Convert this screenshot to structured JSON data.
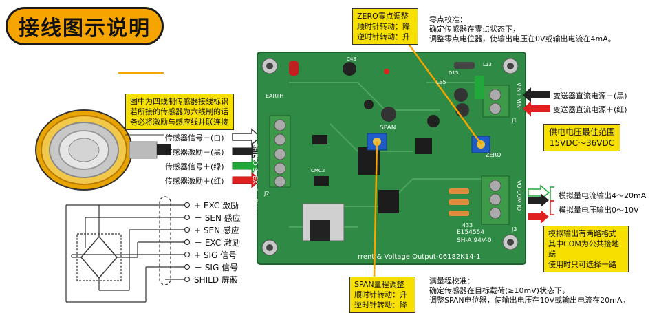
{
  "title": "接线图示说明",
  "sensor_note": [
    "图中为四线制传感器接线标识",
    "若所接的传感器为六线制的话",
    "务必将激励与感应线并联连接"
  ],
  "sensor_wires": [
    {
      "label": "传感器信号－(白)",
      "color": "#ffffff"
    },
    {
      "label": "传感器激励－(黑)",
      "color": "#222222"
    },
    {
      "label": "传感器信号＋(绿)",
      "color": "#22a83a"
    },
    {
      "label": "传感器激励＋(红)",
      "color": "#e02020"
    }
  ],
  "six_wire_labels": [
    "+ EXC 激励",
    "－ SEN 感应",
    "+ SEN 感应",
    "－ EXC 激励",
    "+ SIG 信号",
    "－ SIG 信号",
    "SHILD 屏蔽"
  ],
  "zero_box": [
    "ZERO零点调整",
    "顺时针转动：降",
    "逆时针转动：升"
  ],
  "zero_note": [
    "零点校准：",
    "确定传感器在零点状态下，",
    "调整零点电位器，使输出电压在0V或输出电流在4mA。"
  ],
  "span_box": [
    "SPAN量程调整",
    "顺时针转动：升",
    "逆时针转动：降"
  ],
  "span_note": [
    "满量程校准：",
    "确定传感器在目标载荷(≥10mV)状态下，",
    "调整SPAN电位器，使输出电压在10V或输出电流在20mA。"
  ],
  "power_labels": [
    "变送器直流电源－(黑)",
    "变送器直流电源＋(红)"
  ],
  "power_range": [
    "供电电压最佳范围",
    "15VDC～36VDC"
  ],
  "output_labels": [
    "模拟量电流输出4～20mA",
    "模拟量电压输出0～10V"
  ],
  "output_note": [
    "模拟输出有两路格式",
    "其中COM为公共接地端",
    "使用时只可选择一路"
  ],
  "board": {
    "silk_left": "SHIELD S- EX- S+ EX+",
    "silk_earth": "EARTH",
    "silk_vin": "VIN+ VIN-",
    "silk_vo": "VO COM IO",
    "silk_span": "SPAN",
    "silk_zero": "ZERO",
    "silk_cert1": "E154554",
    "silk_cert2": "SH-A 94V-0",
    "silk_bottom": "rrent & Voltage Output-06182K14-1",
    "j2": "J2",
    "j1": "J1",
    "j3": "J3",
    "n433": "433",
    "c43": "C43",
    "cmc2": "CMC2",
    "l35": "L35",
    "l13": "L13",
    "d15": "D15"
  },
  "colors": {
    "accent": "#f6a400",
    "note": "#f7e000",
    "board": "#2e8a44",
    "red": "#e02020",
    "green": "#22a83a"
  }
}
